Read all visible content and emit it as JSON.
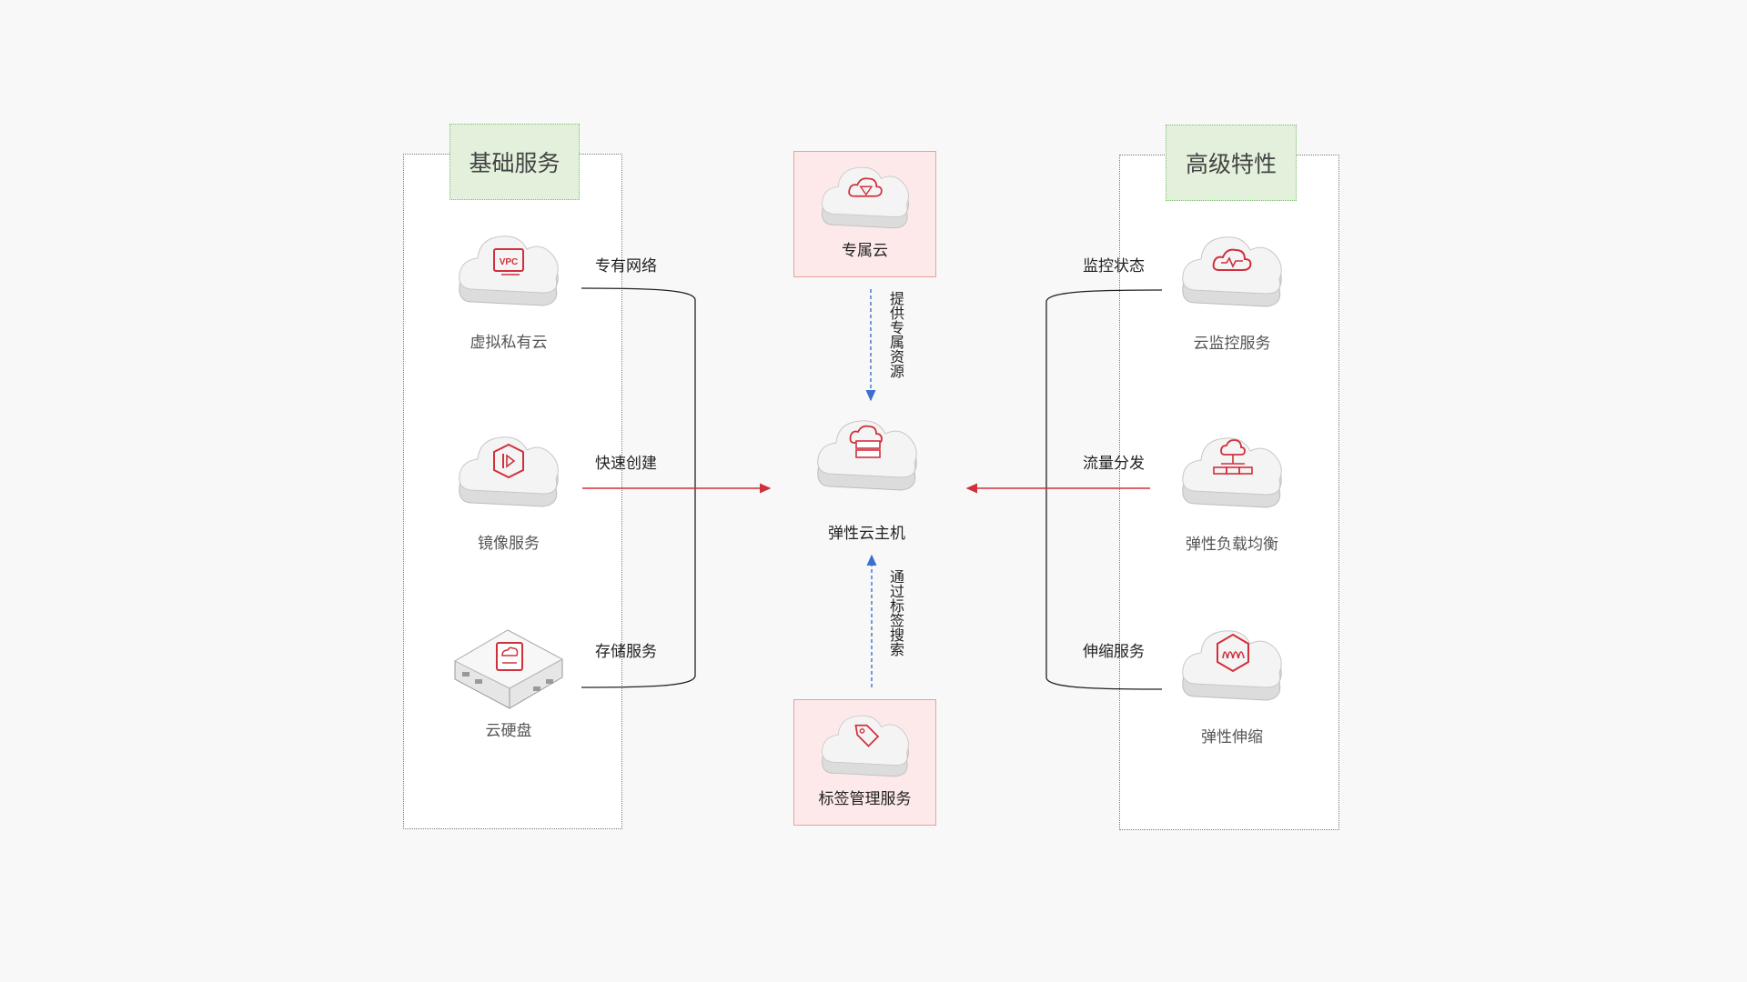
{
  "left_group": {
    "title": "基础服务",
    "services": [
      {
        "label": "虚拟私有云",
        "icon": "vpc-icon",
        "badge": "VPC"
      },
      {
        "label": "镜像服务",
        "icon": "image-icon"
      },
      {
        "label": "云硬盘",
        "icon": "cloud-disk-icon"
      }
    ],
    "edge_labels": [
      "专有网络",
      "快速创建",
      "存储服务"
    ]
  },
  "right_group": {
    "title": "高级特性",
    "services": [
      {
        "label": "云监控服务",
        "icon": "monitor-icon"
      },
      {
        "label": "弹性负载均衡",
        "icon": "load-balance-icon"
      },
      {
        "label": "弹性伸缩",
        "icon": "auto-scaling-icon"
      }
    ],
    "edge_labels": [
      "监控状态",
      "流量分发",
      "伸缩服务"
    ]
  },
  "center": {
    "top_box": {
      "label": "专属云",
      "icon": "dedicated-cloud-icon"
    },
    "main": {
      "label": "弹性云主机",
      "icon": "ecs-icon"
    },
    "bottom_box": {
      "label": "标签管理服务",
      "icon": "tag-icon"
    },
    "top_link_label": "提供专属资源",
    "bottom_link_label": "通过标签搜索"
  },
  "colors": {
    "accent_red": "#d0303c",
    "link_blue": "#3b6fd1",
    "group_title_bg": "#e3f1dc",
    "pink_box_bg": "#fde9e9"
  }
}
